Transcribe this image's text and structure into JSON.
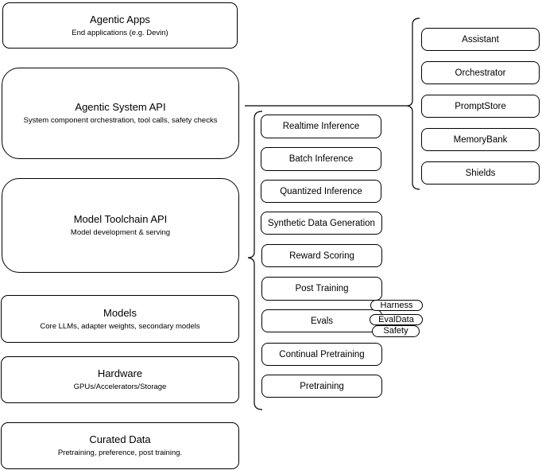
{
  "diagram": {
    "left_stack": [
      {
        "title": "Agentic Apps",
        "subtitle": "End applications (e.g. Devin)"
      },
      {
        "title": "Agentic System API",
        "subtitle": "System component orchestration, tool calls, safety checks"
      },
      {
        "title": "Model Toolchain API",
        "subtitle": "Model development & serving"
      },
      {
        "title": "Models",
        "subtitle": "Core LLMs, adapter weights, secondary models"
      },
      {
        "title": "Hardware",
        "subtitle": "GPUs/Accelerators/Storage"
      },
      {
        "title": "Curated Data",
        "subtitle": "Pretraining, preference, post training."
      }
    ],
    "toolchain_stack": [
      "Realtime Inference",
      "Batch Inference",
      "Quantized Inference",
      "Synthetic Data Generation",
      "Reward Scoring",
      "Post Training",
      "Evals",
      "Continual Pretraining",
      "Pretraining"
    ],
    "evals_tags": [
      "Harness",
      "EvalData",
      "Safety"
    ],
    "system_components": [
      "Assistant",
      "Orchestrator",
      "PromptStore",
      "MemoryBank",
      "Shields"
    ],
    "colors": {
      "stroke": "#000000",
      "background": "#ffffff",
      "text": "#000000"
    }
  }
}
